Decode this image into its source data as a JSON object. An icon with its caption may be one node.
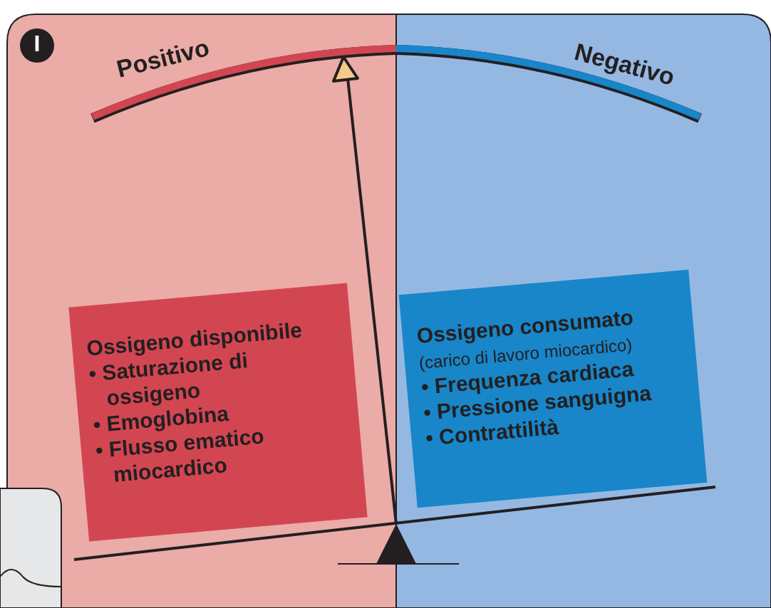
{
  "diagram": {
    "nodes": [
      {
        "text": [
          "Ossigeno disponibile",
          "• Saturazione di ossigeno",
          "• Emoglobina",
          "• Flusso ematico miocardico"
        ]
      },
      {
        "text": [
          "Ossigeno consumato",
          "(carico di lavoro miocardico)",
          "• Frequenza cardiaca",
          "• Pressione sanguigna",
          "• Contrattilità"
        ]
      },
      {
        "text": [],
        "shape": "bar"
      }
    ],
    "labels": [
      "I",
      "Positivo",
      "Negativo"
    ]
  }
}
